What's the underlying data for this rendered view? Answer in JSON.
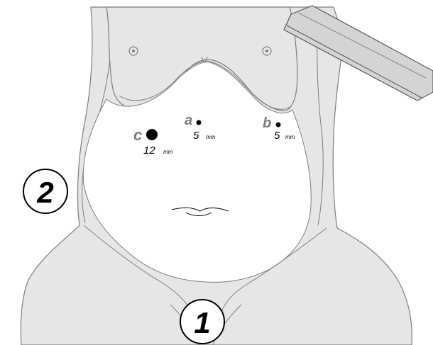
{
  "colors": {
    "skin_fill": "#e6e6e6",
    "body_fill": "#ffffff",
    "outline": "#7d7d7d",
    "port_marker": "#000000",
    "port_letter": "#7a7a7a",
    "instrument_fill": "#d4d4d4"
  },
  "ports": [
    {
      "letter": "a",
      "size": "5",
      "unit": "mm"
    },
    {
      "letter": "b",
      "size": "5",
      "unit": "mm"
    },
    {
      "letter": "c",
      "size": "12",
      "unit": "mm"
    }
  ],
  "callouts": [
    {
      "number": "1"
    },
    {
      "number": "2"
    }
  ],
  "icons": {
    "instrument": "laparoscopic-instrument-icon",
    "nipple": "nipple-icon",
    "umbilicus": "umbilicus-icon"
  }
}
